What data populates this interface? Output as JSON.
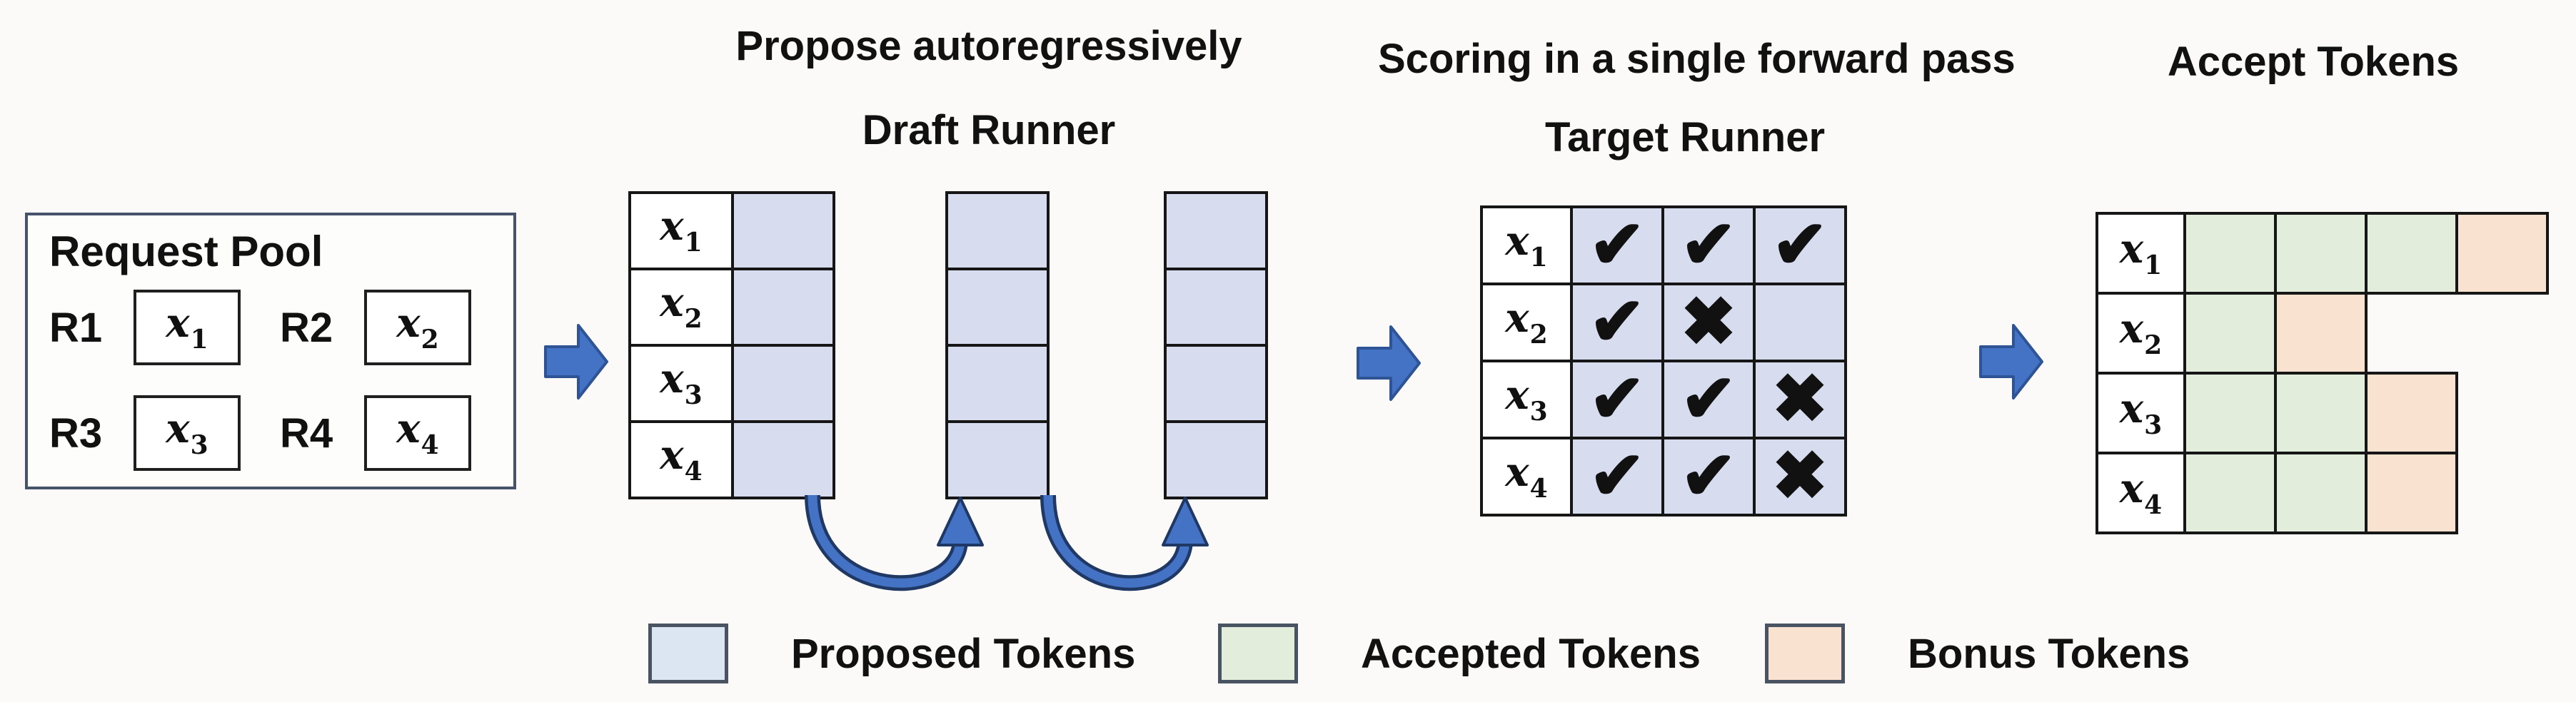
{
  "sections": {
    "draft": {
      "caption": "Propose autoregressively",
      "name": "Draft Runner"
    },
    "target": {
      "caption": "Scoring in a single forward pass",
      "name": "Target Runner"
    },
    "accept": {
      "caption": "Accept Tokens"
    }
  },
  "request_pool": {
    "title": "Request Pool",
    "entries": [
      {
        "label": "R1",
        "token": {
          "base": "x",
          "sub": "1"
        }
      },
      {
        "label": "R2",
        "token": {
          "base": "x",
          "sub": "2"
        }
      },
      {
        "label": "R3",
        "token": {
          "base": "x",
          "sub": "3"
        }
      },
      {
        "label": "R4",
        "token": {
          "base": "x",
          "sub": "4"
        }
      }
    ]
  },
  "draft_grid": {
    "row_tokens": [
      {
        "base": "x",
        "sub": "1"
      },
      {
        "base": "x",
        "sub": "2"
      },
      {
        "base": "x",
        "sub": "3"
      },
      {
        "base": "x",
        "sub": "4"
      }
    ],
    "proposal_columns": 3
  },
  "target_grid": {
    "row_tokens": [
      {
        "base": "x",
        "sub": "1"
      },
      {
        "base": "x",
        "sub": "2"
      },
      {
        "base": "x",
        "sub": "3"
      },
      {
        "base": "x",
        "sub": "4"
      }
    ],
    "marks": [
      [
        "check",
        "check",
        "check"
      ],
      [
        "check",
        "cross",
        "none"
      ],
      [
        "check",
        "check",
        "cross"
      ],
      [
        "check",
        "check",
        "cross"
      ]
    ]
  },
  "accept_grid": {
    "row_tokens": [
      {
        "base": "x",
        "sub": "1"
      },
      {
        "base": "x",
        "sub": "2"
      },
      {
        "base": "x",
        "sub": "3"
      },
      {
        "base": "x",
        "sub": "4"
      }
    ],
    "rows": [
      [
        "accepted",
        "accepted",
        "accepted",
        "bonus"
      ],
      [
        "accepted",
        "bonus"
      ],
      [
        "accepted",
        "accepted",
        "bonus"
      ],
      [
        "accepted",
        "accepted",
        "bonus"
      ]
    ]
  },
  "legend": [
    {
      "type": "proposed",
      "label": "Proposed Tokens"
    },
    {
      "type": "accepted",
      "label": "Accepted Tokens"
    },
    {
      "type": "bonus",
      "label": "Bonus Tokens"
    }
  ],
  "glyphs": {
    "check": "✔",
    "cross": "✖",
    "none": ""
  },
  "colors": {
    "proposed": "#d7ddee",
    "proposed_legend": "#dce6f2",
    "accepted": "#e2eedb",
    "bonus": "#f9e3d0",
    "arrow_fill": "#4472c4",
    "arrow_edge": "#2f5496",
    "curve_fill": "#4472c4",
    "curve_edge": "#1f3864"
  }
}
